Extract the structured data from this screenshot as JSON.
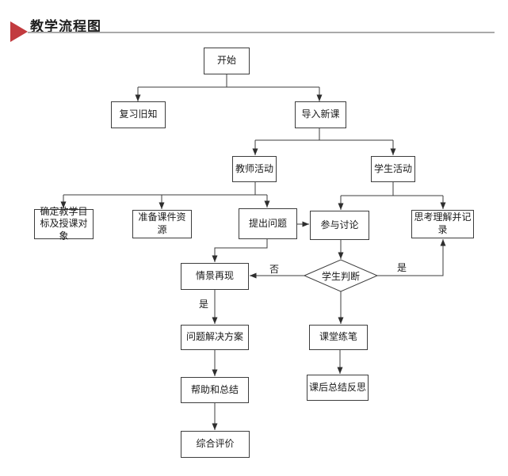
{
  "header": {
    "title": "教学流程图"
  },
  "colors": {
    "accent_red": "#c23b3f",
    "rule_gray": "#a9a9a9",
    "line_gray": "#3d3d3d",
    "node_border": "#3d3d3d",
    "node_fill": "#ffffff",
    "text": "#1a1a1a"
  },
  "nodes": {
    "start": {
      "label": "开始",
      "shape": "rect"
    },
    "review": {
      "label": "复习旧知",
      "shape": "rect"
    },
    "intro": {
      "label": "导入新课",
      "shape": "rect"
    },
    "teacher": {
      "label": "教师活动",
      "shape": "rect"
    },
    "student": {
      "label": "学生活动",
      "shape": "rect"
    },
    "goals": {
      "label": "确定教学目标及授课对象",
      "shape": "rect"
    },
    "materials": {
      "label": "准备课件资源",
      "shape": "rect"
    },
    "question": {
      "label": "提出问题",
      "shape": "rect"
    },
    "discuss": {
      "label": "参与讨论",
      "shape": "rect"
    },
    "think": {
      "label": "思考理解并记录",
      "shape": "rect"
    },
    "scene": {
      "label": "情景再现",
      "shape": "rect"
    },
    "judge": {
      "label": "学生判断",
      "shape": "diamond"
    },
    "solution": {
      "label": "问题解决方案",
      "shape": "rect"
    },
    "practice": {
      "label": "课堂练笔",
      "shape": "rect"
    },
    "help": {
      "label": "帮助和总结",
      "shape": "rect"
    },
    "reflect": {
      "label": "课后总结反思",
      "shape": "rect"
    },
    "evaluate": {
      "label": "综合评价",
      "shape": "rect"
    }
  },
  "edge_labels": {
    "no": "否",
    "yes_right": "是",
    "yes_down": "是"
  },
  "edges": [
    {
      "from": "开始",
      "to": "复习旧知"
    },
    {
      "from": "开始",
      "to": "导入新课"
    },
    {
      "from": "导入新课",
      "to": "教师活动"
    },
    {
      "from": "导入新课",
      "to": "学生活动"
    },
    {
      "from": "教师活动",
      "to": "确定教学目标及授课对象"
    },
    {
      "from": "教师活动",
      "to": "准备课件资源"
    },
    {
      "from": "教师活动",
      "to": "提出问题"
    },
    {
      "from": "学生活动",
      "to": "参与讨论"
    },
    {
      "from": "学生活动",
      "to": "思考理解并记录"
    },
    {
      "from": "提出问题",
      "to": "参与讨论"
    },
    {
      "from": "提出问题",
      "to": "情景再现"
    },
    {
      "from": "参与讨论",
      "to": "学生判断"
    },
    {
      "from": "学生判断",
      "to": "情景再现",
      "label": "否"
    },
    {
      "from": "学生判断",
      "to": "思考理解并记录",
      "label": "是"
    },
    {
      "from": "学生判断",
      "to": "课堂练笔"
    },
    {
      "from": "情景再现",
      "to": "问题解决方案",
      "label": "是"
    },
    {
      "from": "问题解决方案",
      "to": "帮助和总结"
    },
    {
      "from": "帮助和总结",
      "to": "综合评价"
    },
    {
      "from": "课堂练笔",
      "to": "课后总结反思"
    }
  ]
}
